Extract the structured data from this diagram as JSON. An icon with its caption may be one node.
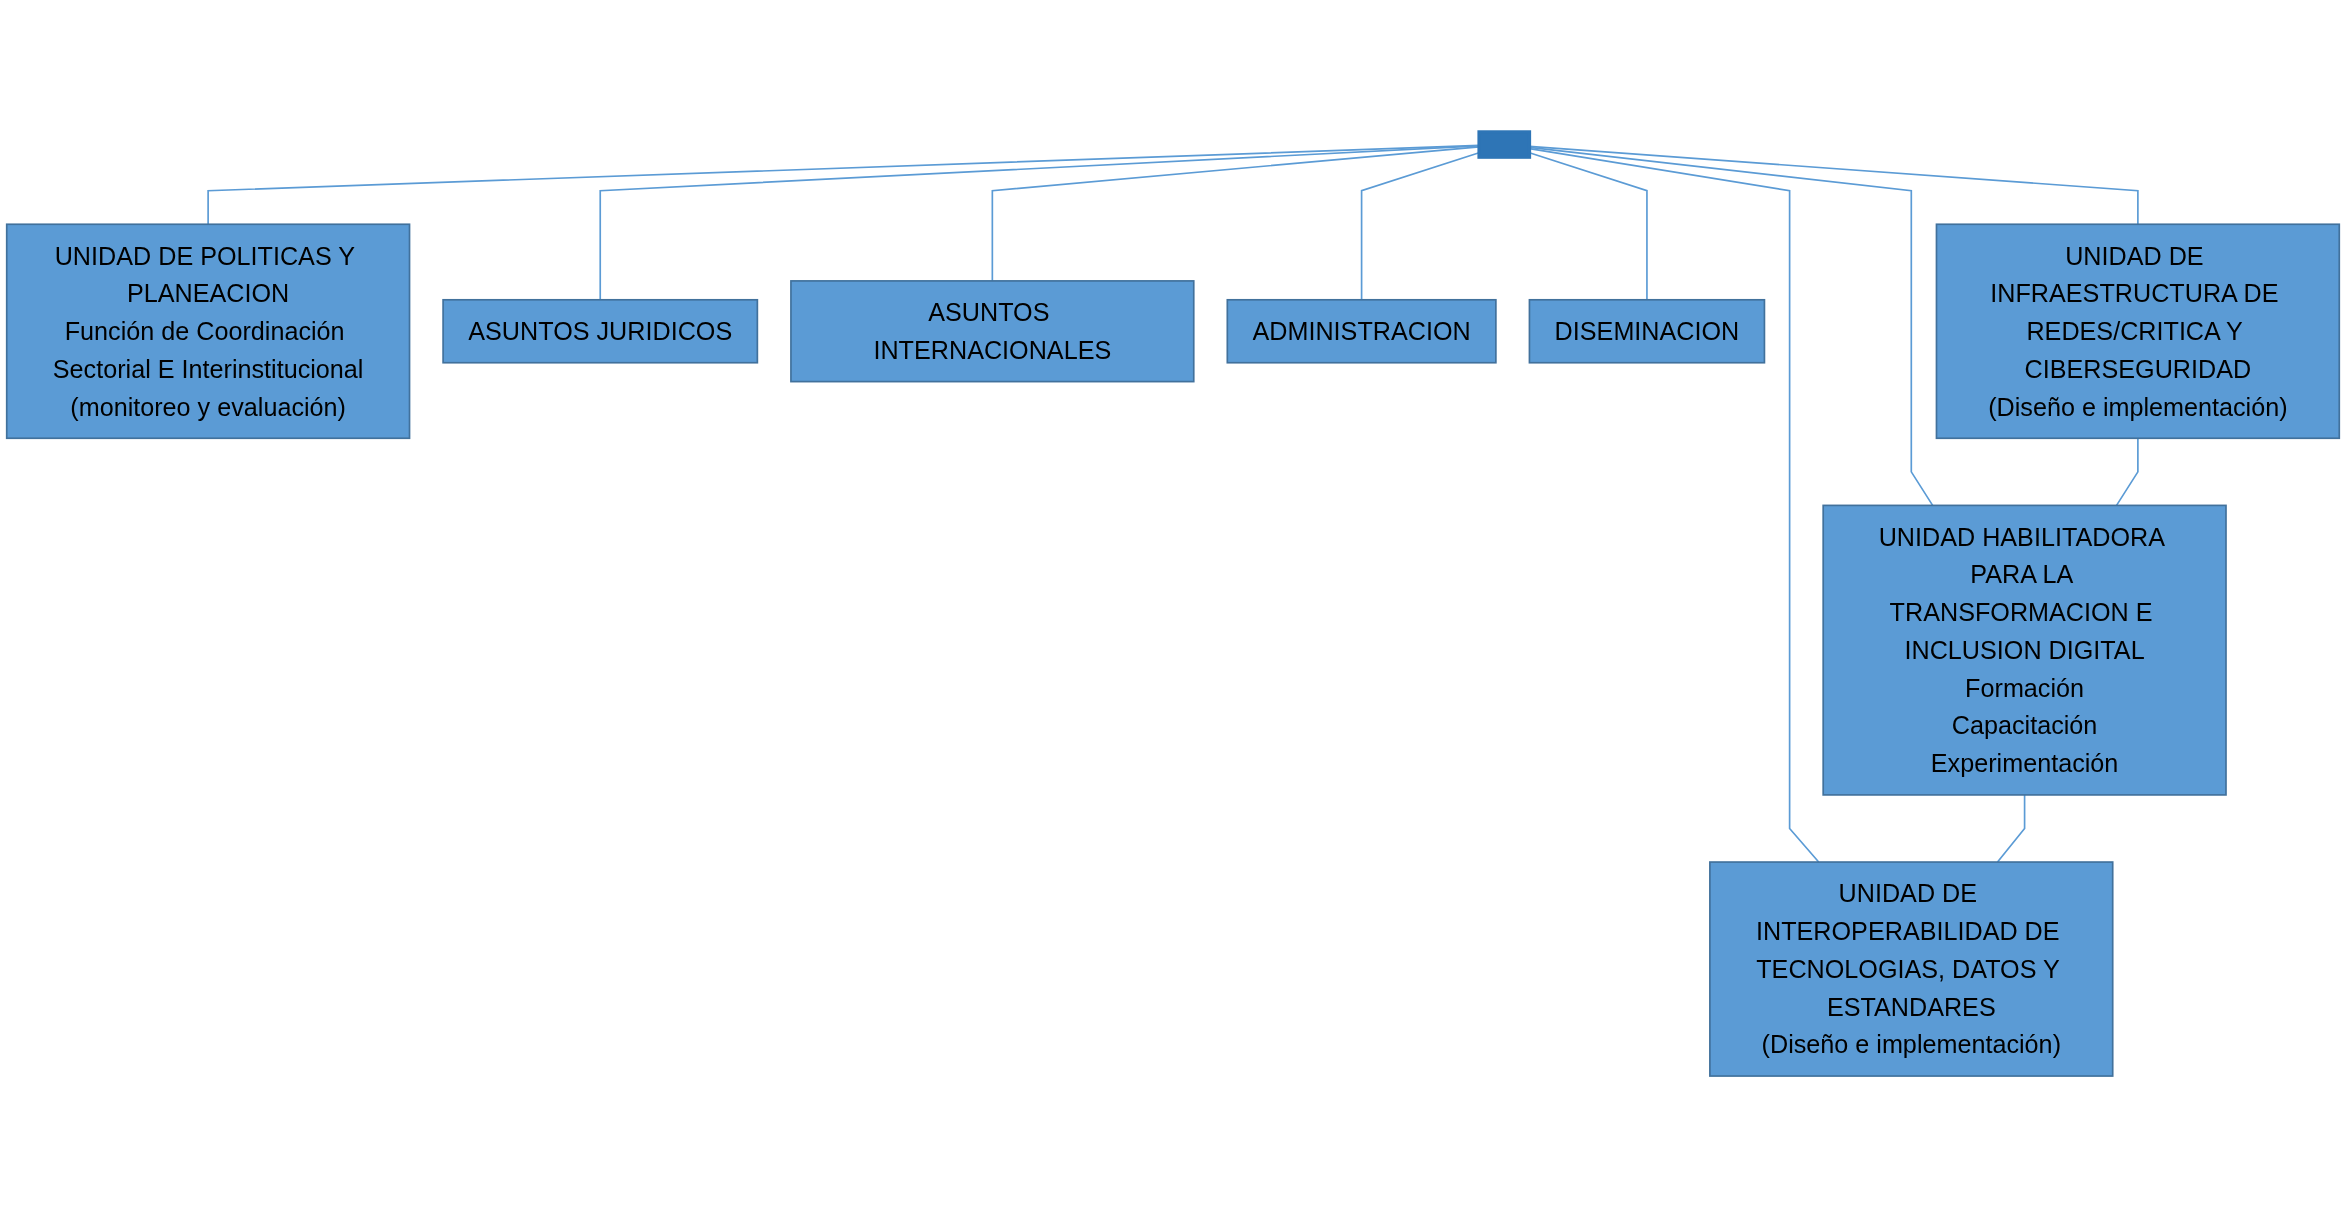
{
  "diagram": {
    "nodes": [
      {
        "text": [],
        "shape": "bar"
      },
      {
        "text": [
          "UNIDAD DE POLITICAS Y PLANEACION",
          "Función de Coordinación Sectorial E Interinstitucional",
          "(monitoreo y evaluación)"
        ]
      },
      {
        "text": [
          "ASUNTOS JURIDICOS"
        ]
      },
      {
        "text": [
          "ASUNTOS INTERNACIONALES"
        ]
      },
      {
        "text": [
          "ADMINISTRACION"
        ]
      },
      {
        "text": [
          "DISEMINACION"
        ]
      },
      {
        "text": [
          "UNIDAD DE INFRAESTRUCTURA DE REDES/CRITICA Y CIBERSEGURIDAD",
          "(Diseño e implementación)"
        ]
      },
      {
        "text": [
          "UNIDAD HABILITADORA PARA LA TRANSFORMACION E INCLUSION DIGITAL",
          "Formación",
          "Capacitación",
          "Experimentación"
        ]
      },
      {
        "text": [
          "UNIDAD DE INTEROPERABILIDAD DE TECNOLOGIAS, DATOS Y ESTANDARES",
          "(Diseño e implementación)"
        ]
      }
    ],
    "edges": [
      {
        "from": 0,
        "to": 1,
        "arrow": "none"
      },
      {
        "from": 0,
        "to": 2,
        "arrow": "none"
      },
      {
        "from": 0,
        "to": 3,
        "arrow": "none"
      },
      {
        "from": 0,
        "to": 4,
        "arrow": "none"
      },
      {
        "from": 0,
        "to": 5,
        "arrow": "none"
      },
      {
        "from": 0,
        "to": 6,
        "arrow": "none"
      },
      {
        "from": 0,
        "to": 7,
        "arrow": "none"
      },
      {
        "from": 0,
        "to": 8,
        "arrow": "none"
      },
      {
        "from": 6,
        "to": 7,
        "arrow": "none"
      },
      {
        "from": 7,
        "to": 8,
        "arrow": "none"
      }
    ]
  }
}
